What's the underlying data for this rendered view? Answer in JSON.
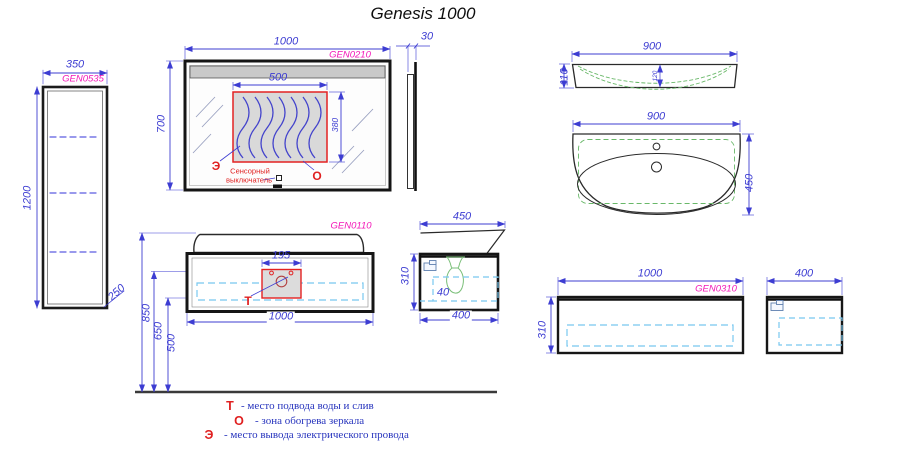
{
  "title": "Genesis 1000",
  "colors": {
    "dimension_blue": "#3d3dd2",
    "model_magenta": "#f318b8",
    "marker_red": "#e02020",
    "legend_blue": "#2633bd",
    "hidden_cyan": "#78c8ef",
    "plumbing_green": "#6ab869",
    "frame_dark": "#161616"
  },
  "tall_cabinet": {
    "model": "GEN0535",
    "dim_width": "350",
    "dim_height": "1200",
    "dim_depth": "250"
  },
  "mirror": {
    "model": "GEN0210",
    "dim_width": "1000",
    "dim_height": "700",
    "dim_thickness": "30",
    "heat_zone": {
      "dim_width": "500",
      "dim_height": "380"
    },
    "marker_power": "Э",
    "marker_heat": "О",
    "sensor_line1": "Сенсорный",
    "sensor_line2": "выключатель"
  },
  "washbasin_side": {
    "dim_width": "900",
    "dim_height": "110",
    "dim_bowl_depth": "120"
  },
  "washbasin_top": {
    "dim_width": "900",
    "dim_depth": "450"
  },
  "vanity": {
    "model": "GEN0110",
    "dim_width": "1000",
    "dim_cutout": "195",
    "marker_drain": "Т",
    "dim_h_top": "850",
    "dim_h_mid": "650",
    "dim_h_low": "500"
  },
  "vanity_side": {
    "dim_depth_full": "450",
    "dim_height": "310",
    "dim_depth": "400",
    "dim_gap": "40"
  },
  "shelf": {
    "model": "GEN0310",
    "dim_width": "1000",
    "dim_height": "310",
    "dim_depth": "400"
  },
  "legend": {
    "items": [
      {
        "symbol": "Т",
        "text": "-  место подвода воды и слив"
      },
      {
        "symbol": "О",
        "text": "-  зона обогрева зеркала"
      },
      {
        "symbol": "Э",
        "text": "-  место вывода электрического провода"
      }
    ]
  }
}
